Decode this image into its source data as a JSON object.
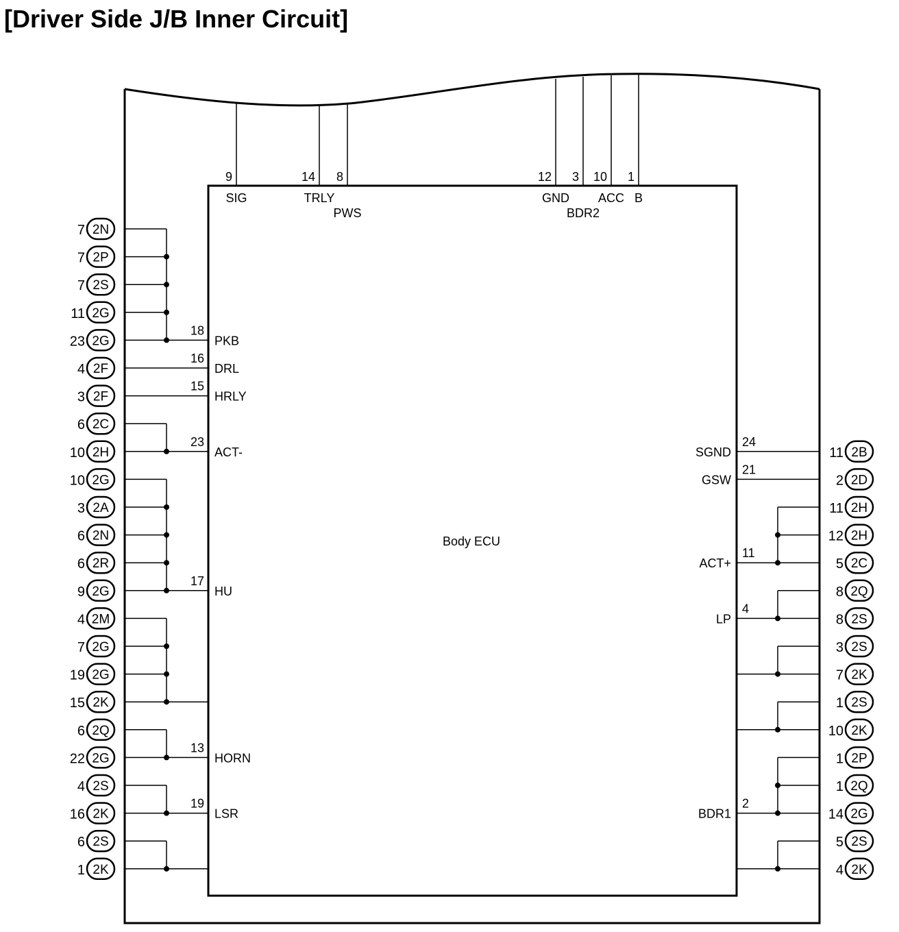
{
  "title": "[Driver Side J/B Inner Circuit]",
  "ecu_label": "Body ECU",
  "top_pins": [
    {
      "num": "9",
      "label": "SIG"
    },
    {
      "num": "14",
      "label": "TRLY"
    },
    {
      "num": "8",
      "label": "PWS"
    },
    {
      "num": "12",
      "label": "GND"
    },
    {
      "num": "3",
      "label": "BDR2"
    },
    {
      "num": "10",
      "label": "ACC"
    },
    {
      "num": "1",
      "label": "B"
    }
  ],
  "left_pins": [
    {
      "num": "18",
      "label": "PKB"
    },
    {
      "num": "16",
      "label": "DRL"
    },
    {
      "num": "15",
      "label": "HRLY"
    },
    {
      "num": "23",
      "label": "ACT-"
    },
    {
      "num": "17",
      "label": "HU"
    },
    {
      "num": "",
      "label": ""
    },
    {
      "num": "13",
      "label": "HORN"
    },
    {
      "num": "19",
      "label": "LSR"
    },
    {
      "num": "",
      "label": ""
    }
  ],
  "right_pins": [
    {
      "num": "24",
      "label": "SGND"
    },
    {
      "num": "21",
      "label": "GSW"
    },
    {
      "num": "11",
      "label": "ACT+"
    },
    {
      "num": "4",
      "label": "LP"
    },
    {
      "num": "",
      "label": ""
    },
    {
      "num": "",
      "label": ""
    },
    {
      "num": "2",
      "label": "BDR1"
    },
    {
      "num": "",
      "label": ""
    }
  ],
  "left_terminals": [
    {
      "num": "7",
      "conn": "2N"
    },
    {
      "num": "7",
      "conn": "2P"
    },
    {
      "num": "7",
      "conn": "2S"
    },
    {
      "num": "11",
      "conn": "2G"
    },
    {
      "num": "23",
      "conn": "2G"
    },
    {
      "num": "4",
      "conn": "2F"
    },
    {
      "num": "3",
      "conn": "2F"
    },
    {
      "num": "6",
      "conn": "2C"
    },
    {
      "num": "10",
      "conn": "2H"
    },
    {
      "num": "10",
      "conn": "2G"
    },
    {
      "num": "3",
      "conn": "2A"
    },
    {
      "num": "6",
      "conn": "2N"
    },
    {
      "num": "6",
      "conn": "2R"
    },
    {
      "num": "9",
      "conn": "2G"
    },
    {
      "num": "4",
      "conn": "2M"
    },
    {
      "num": "7",
      "conn": "2G"
    },
    {
      "num": "19",
      "conn": "2G"
    },
    {
      "num": "15",
      "conn": "2K"
    },
    {
      "num": "6",
      "conn": "2Q"
    },
    {
      "num": "22",
      "conn": "2G"
    },
    {
      "num": "4",
      "conn": "2S"
    },
    {
      "num": "16",
      "conn": "2K"
    },
    {
      "num": "6",
      "conn": "2S"
    },
    {
      "num": "1",
      "conn": "2K"
    }
  ],
  "right_terminals": [
    {
      "num": "11",
      "conn": "2B"
    },
    {
      "num": "2",
      "conn": "2D"
    },
    {
      "num": "11",
      "conn": "2H"
    },
    {
      "num": "12",
      "conn": "2H"
    },
    {
      "num": "5",
      "conn": "2C"
    },
    {
      "num": "8",
      "conn": "2Q"
    },
    {
      "num": "8",
      "conn": "2S"
    },
    {
      "num": "3",
      "conn": "2S"
    },
    {
      "num": "7",
      "conn": "2K"
    },
    {
      "num": "1",
      "conn": "2S"
    },
    {
      "num": "10",
      "conn": "2K"
    },
    {
      "num": "1",
      "conn": "2P"
    },
    {
      "num": "1",
      "conn": "2Q"
    },
    {
      "num": "14",
      "conn": "2G"
    },
    {
      "num": "5",
      "conn": "2S"
    },
    {
      "num": "4",
      "conn": "2K"
    }
  ]
}
